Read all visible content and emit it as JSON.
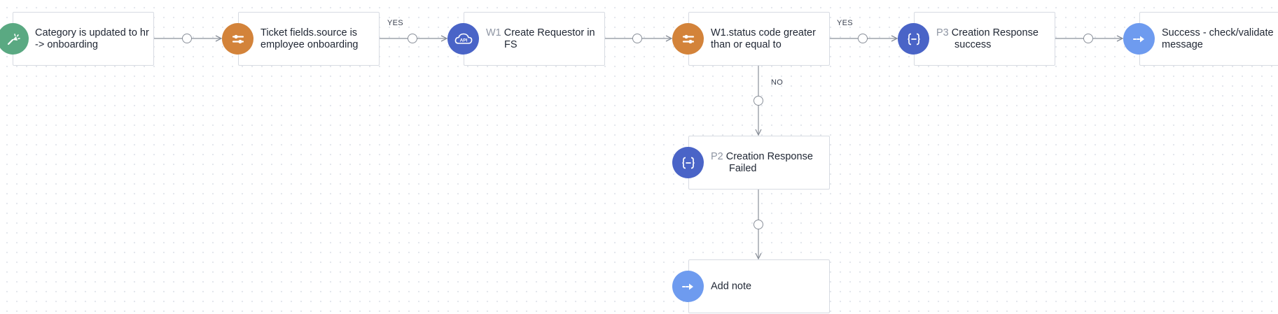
{
  "flow": {
    "nodes": {
      "trigger": {
        "text": "Category is updated to hr -> onboarding",
        "icon": "trigger-icon",
        "color": "#5aa982"
      },
      "condition_source": {
        "text": "Ticket fields.source is employee onboarding",
        "icon": "condition-icon",
        "color": "#d3833a"
      },
      "api_create": {
        "code": "W1",
        "text": "Create Requestor in FS",
        "icon": "api-cloud-icon",
        "icon_label": "API",
        "color": "#4a64c7"
      },
      "condition_status": {
        "text": "W1.status code greater than or equal to",
        "icon": "condition-icon",
        "color": "#d3833a"
      },
      "parser_success": {
        "code": "P3",
        "text": "Creation Response success",
        "icon": "braces-icon",
        "color": "#4a64c7"
      },
      "action_success": {
        "text": "Success - check/validate message",
        "icon": "action-arrow-icon",
        "color": "#6e9bef"
      },
      "parser_failed": {
        "code": "P2",
        "text": "Creation Response Failed",
        "icon": "braces-icon",
        "color": "#4a64c7"
      },
      "action_note": {
        "text": "Add note",
        "icon": "action-arrow-icon",
        "color": "#6e9bef"
      }
    },
    "edge_labels": {
      "yes_1": "YES",
      "yes_2": "YES",
      "no_1": "NO"
    },
    "colors": {
      "wire": "#8a909a",
      "node_border": "#d7dbe2",
      "background": "#ffffff"
    }
  }
}
